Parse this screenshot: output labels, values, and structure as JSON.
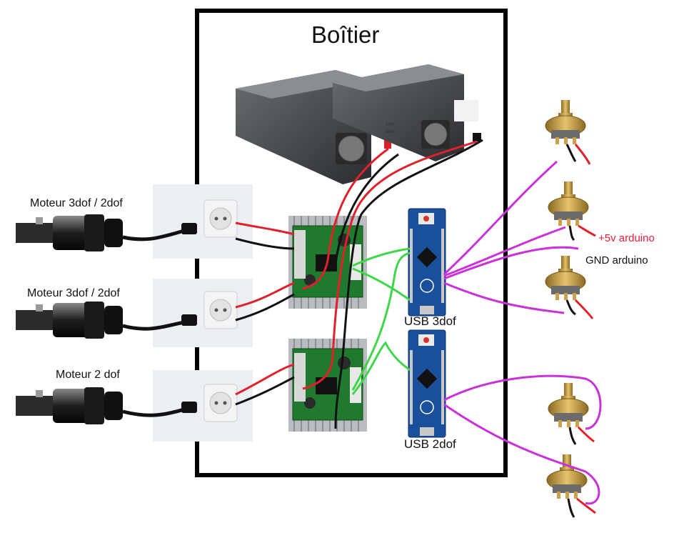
{
  "title": "Boîtier",
  "motors": [
    {
      "label": "Moteur 3dof / 2dof"
    },
    {
      "label": "Moteur 3dof / 2dof"
    },
    {
      "label": "Moteur 2 dof"
    }
  ],
  "arduinos": [
    {
      "label": "USB 3dof"
    },
    {
      "label": "USB 2dof"
    }
  ],
  "pot_labels": {
    "plus5v": "+5v arduino",
    "gnd": "GND arduino"
  },
  "psu_text": [
    "24V",
    "40A"
  ],
  "colors": {
    "enclosure_border": "#000000",
    "wire_red": "#e0202a",
    "wire_black": "#111111",
    "wire_magenta": "#c932d8",
    "wire_green": "#3fd64a",
    "driver_board": "#1f7a2e",
    "arduino_board": "#1a4f9c",
    "psu_body": "#3a3d42",
    "pot_brass": "#c9a24a"
  }
}
